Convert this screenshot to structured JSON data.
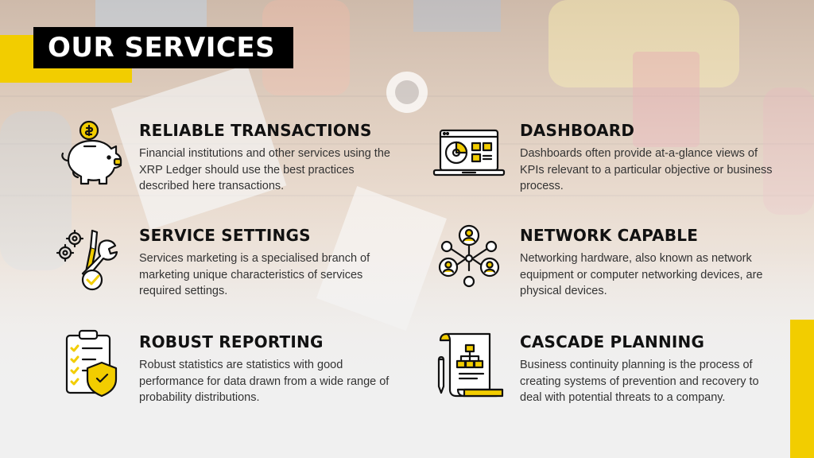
{
  "title": "OUR SERVICES",
  "colors": {
    "accent": "#F2CD00",
    "title_bg": "#000000",
    "heading": "#111111",
    "body": "#333333"
  },
  "services": [
    {
      "heading": "RELIABLE TRANSACTIONS",
      "text": "Financial institutions and other services using the XRP Ledger should use the best practices described here transactions.",
      "icon": "piggy-bank-icon"
    },
    {
      "heading": "DASHBOARD",
      "text": "Dashboards often provide at-a-glance views of KPIs relevant to a particular objective or business process.",
      "icon": "dashboard-laptop-icon"
    },
    {
      "heading": "SERVICE SETTINGS",
      "text": "Services marketing is a specialised branch of marketing unique characteristics of services required settings.",
      "icon": "tools-settings-icon"
    },
    {
      "heading": "NETWORK CAPABLE",
      "text": "Networking hardware, also known as network equipment or computer networking devices, are physical devices.",
      "icon": "network-people-icon"
    },
    {
      "heading": "ROBUST REPORTING",
      "text": "Robust statistics are statistics with good performance for data drawn from a wide range of probability distributions.",
      "icon": "checklist-shield-icon"
    },
    {
      "heading": "CASCADE PLANNING",
      "text": "Business continuity planning is the process of creating systems of prevention and recovery to deal with potential threats to a company.",
      "icon": "blueprint-plan-icon"
    }
  ]
}
